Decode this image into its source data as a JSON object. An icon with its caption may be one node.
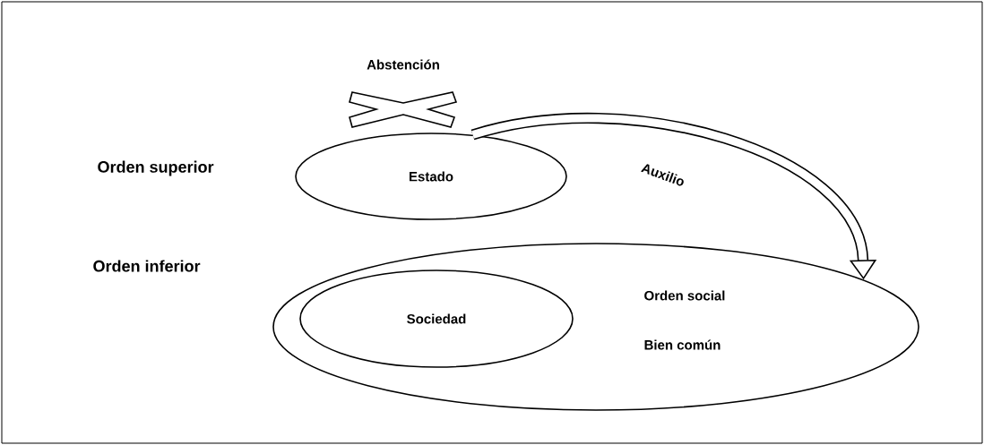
{
  "diagram": {
    "nodes": [
      {
        "text": [
          "Estado"
        ]
      },
      {
        "text": [
          "Orden social",
          "Bien común"
        ]
      },
      {
        "text": [
          "Sociedad"
        ],
        "in": 1
      }
    ],
    "edges": [
      {
        "from": 0,
        "to": 1,
        "arrow": "to",
        "label": "Auxilio"
      }
    ],
    "labels": [
      "Abstención",
      "Orden superior",
      "Orden inferior"
    ]
  }
}
